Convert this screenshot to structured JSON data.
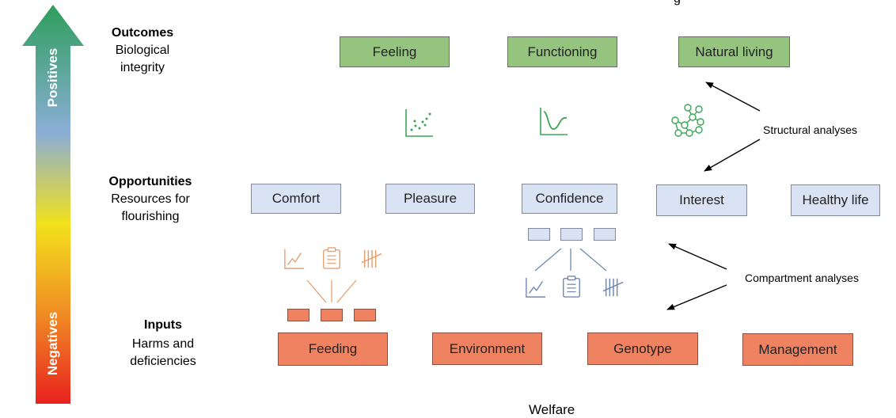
{
  "scale_arrow": {
    "top_label": "Positives",
    "bottom_label": "Negatives",
    "colors": [
      "#2e9e5b",
      "#8aaed6",
      "#f2e11c",
      "#f08a24",
      "#e8211f"
    ]
  },
  "levels": {
    "outcomes": {
      "title": "Outcomes",
      "desc_line1": "Biological",
      "desc_line2": "integrity"
    },
    "opportunities": {
      "title": "Opportunities",
      "desc_line1": "Resources for",
      "desc_line2": "flourishing"
    },
    "inputs": {
      "title": "Inputs",
      "desc_line1": "Harms and",
      "desc_line2": "deficiencies"
    }
  },
  "outcome_boxes": [
    "Feeling",
    "Functioning",
    "Natural living"
  ],
  "opportunity_boxes": [
    "Comfort",
    "Pleasure",
    "Confidence",
    "Interest",
    "Healthy life"
  ],
  "input_boxes": [
    "Feeding",
    "Environment",
    "Genotype",
    "Management"
  ],
  "annotations": {
    "structural": "Structural analyses",
    "compartment": "Compartment analyses",
    "top_cut": "g",
    "footer": "Welfare"
  },
  "icons": [
    "scatter-plot-icon",
    "curve-chart-icon",
    "network-icon",
    "line-chart-icon",
    "clipboard-icon",
    "tally-marks-icon"
  ],
  "colors": {
    "outcome_fill": "#94c47d",
    "opportunity_fill": "#dae3f3",
    "input_fill": "#ef8361",
    "icon_green": "#3aa655",
    "icon_orange": "#e8a070",
    "icon_blue": "#6f88b5"
  }
}
